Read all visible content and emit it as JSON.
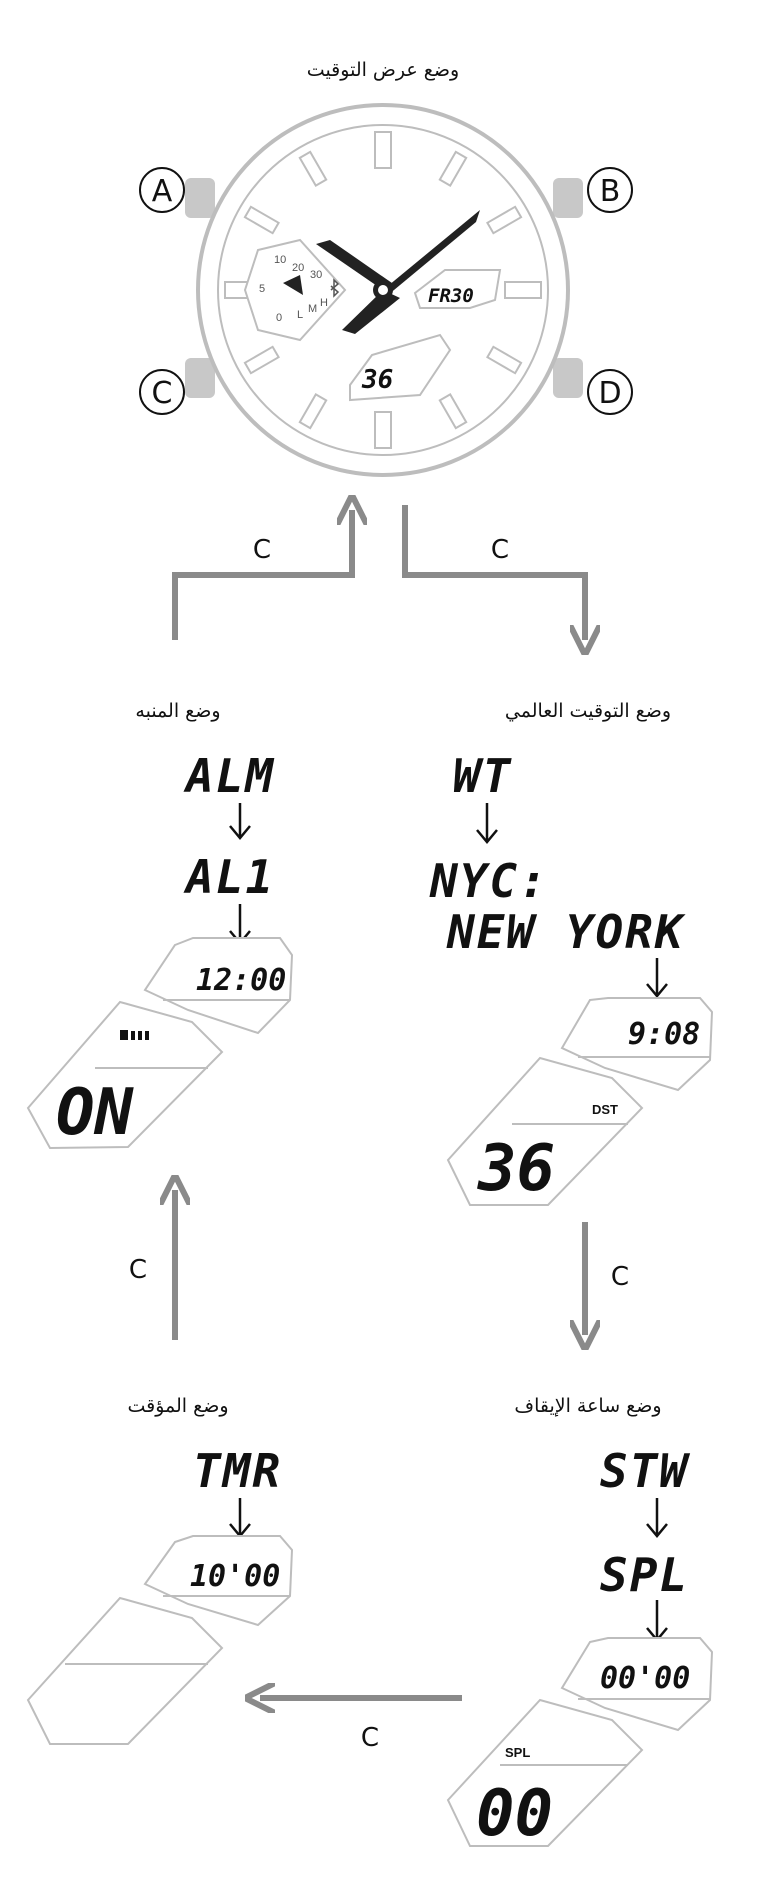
{
  "modes": {
    "timekeeping": "وضع عرض التوقيت",
    "world_time": "وضع التوقيت العالمي",
    "alarm": "وضع المنبه",
    "timer": "وضع المؤقت",
    "stopwatch": "وضع ساعة الإيقاف"
  },
  "buttons": {
    "a": "A",
    "b": "B",
    "c": "C",
    "d": "D"
  },
  "arrow_label": "C",
  "watch": {
    "day_display": "FR30",
    "lower_display": "36",
    "dial_numbers": [
      "10",
      "20",
      "30",
      "5",
      "0"
    ],
    "dial_letters": [
      "L",
      "M",
      "H"
    ]
  },
  "alarm_seq": {
    "s1": "ALM",
    "s2": "AL1",
    "time": "12:00",
    "state": "ON"
  },
  "world_seq": {
    "s1": "WT",
    "s2": "NYC:",
    "s3": "NEW YORK",
    "time": "9:08",
    "dst": "DST",
    "sec": "36"
  },
  "timer_seq": {
    "s1": "TMR",
    "time": "10'00"
  },
  "stopwatch_seq": {
    "s1": "STW",
    "s2": "SPL",
    "time": "00'00",
    "spl": "SPL",
    "sec": "00"
  }
}
